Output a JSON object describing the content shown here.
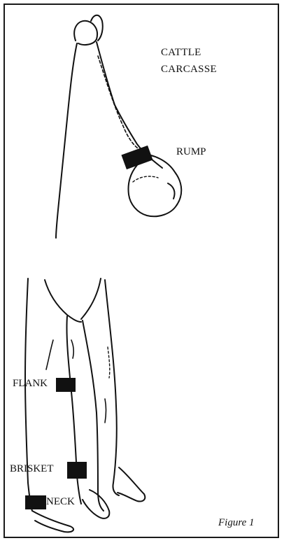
{
  "figure": {
    "title_line1": "CATTLE",
    "title_line2": "CARCASSE",
    "caption": "Figure 1"
  },
  "labels": {
    "rump": "RUMP",
    "flank": "FLANK",
    "brisket": "BRISKET",
    "neck": "NECK"
  },
  "colors": {
    "ink": "#111111",
    "marker": "#111111",
    "background": "#ffffff"
  }
}
